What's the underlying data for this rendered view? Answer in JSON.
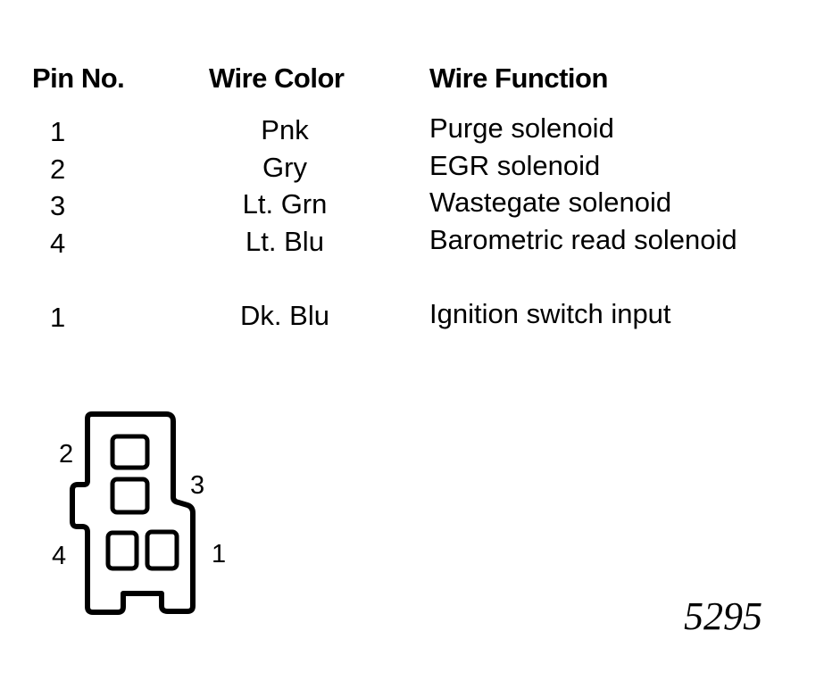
{
  "headers": {
    "pin": "Pin No.",
    "color": "Wire Color",
    "function": "Wire Function"
  },
  "rows": [
    {
      "pin": "1",
      "color": "Pnk",
      "function": "Purge solenoid"
    },
    {
      "pin": "2",
      "color": "Gry",
      "function": "EGR solenoid"
    },
    {
      "pin": "3",
      "color": "Lt. Grn",
      "function": "Wastegate solenoid"
    },
    {
      "pin": "4",
      "color": "Lt. Blu",
      "function": "Barometric read solenoid"
    },
    {
      "pin": "1",
      "color": "Dk. Blu",
      "function": "Ignition switch input"
    }
  ],
  "connector": {
    "pin_labels": {
      "pin2": "2",
      "pin3": "3",
      "pin4": "4",
      "pin1": "1"
    }
  },
  "figure_number": "5295"
}
